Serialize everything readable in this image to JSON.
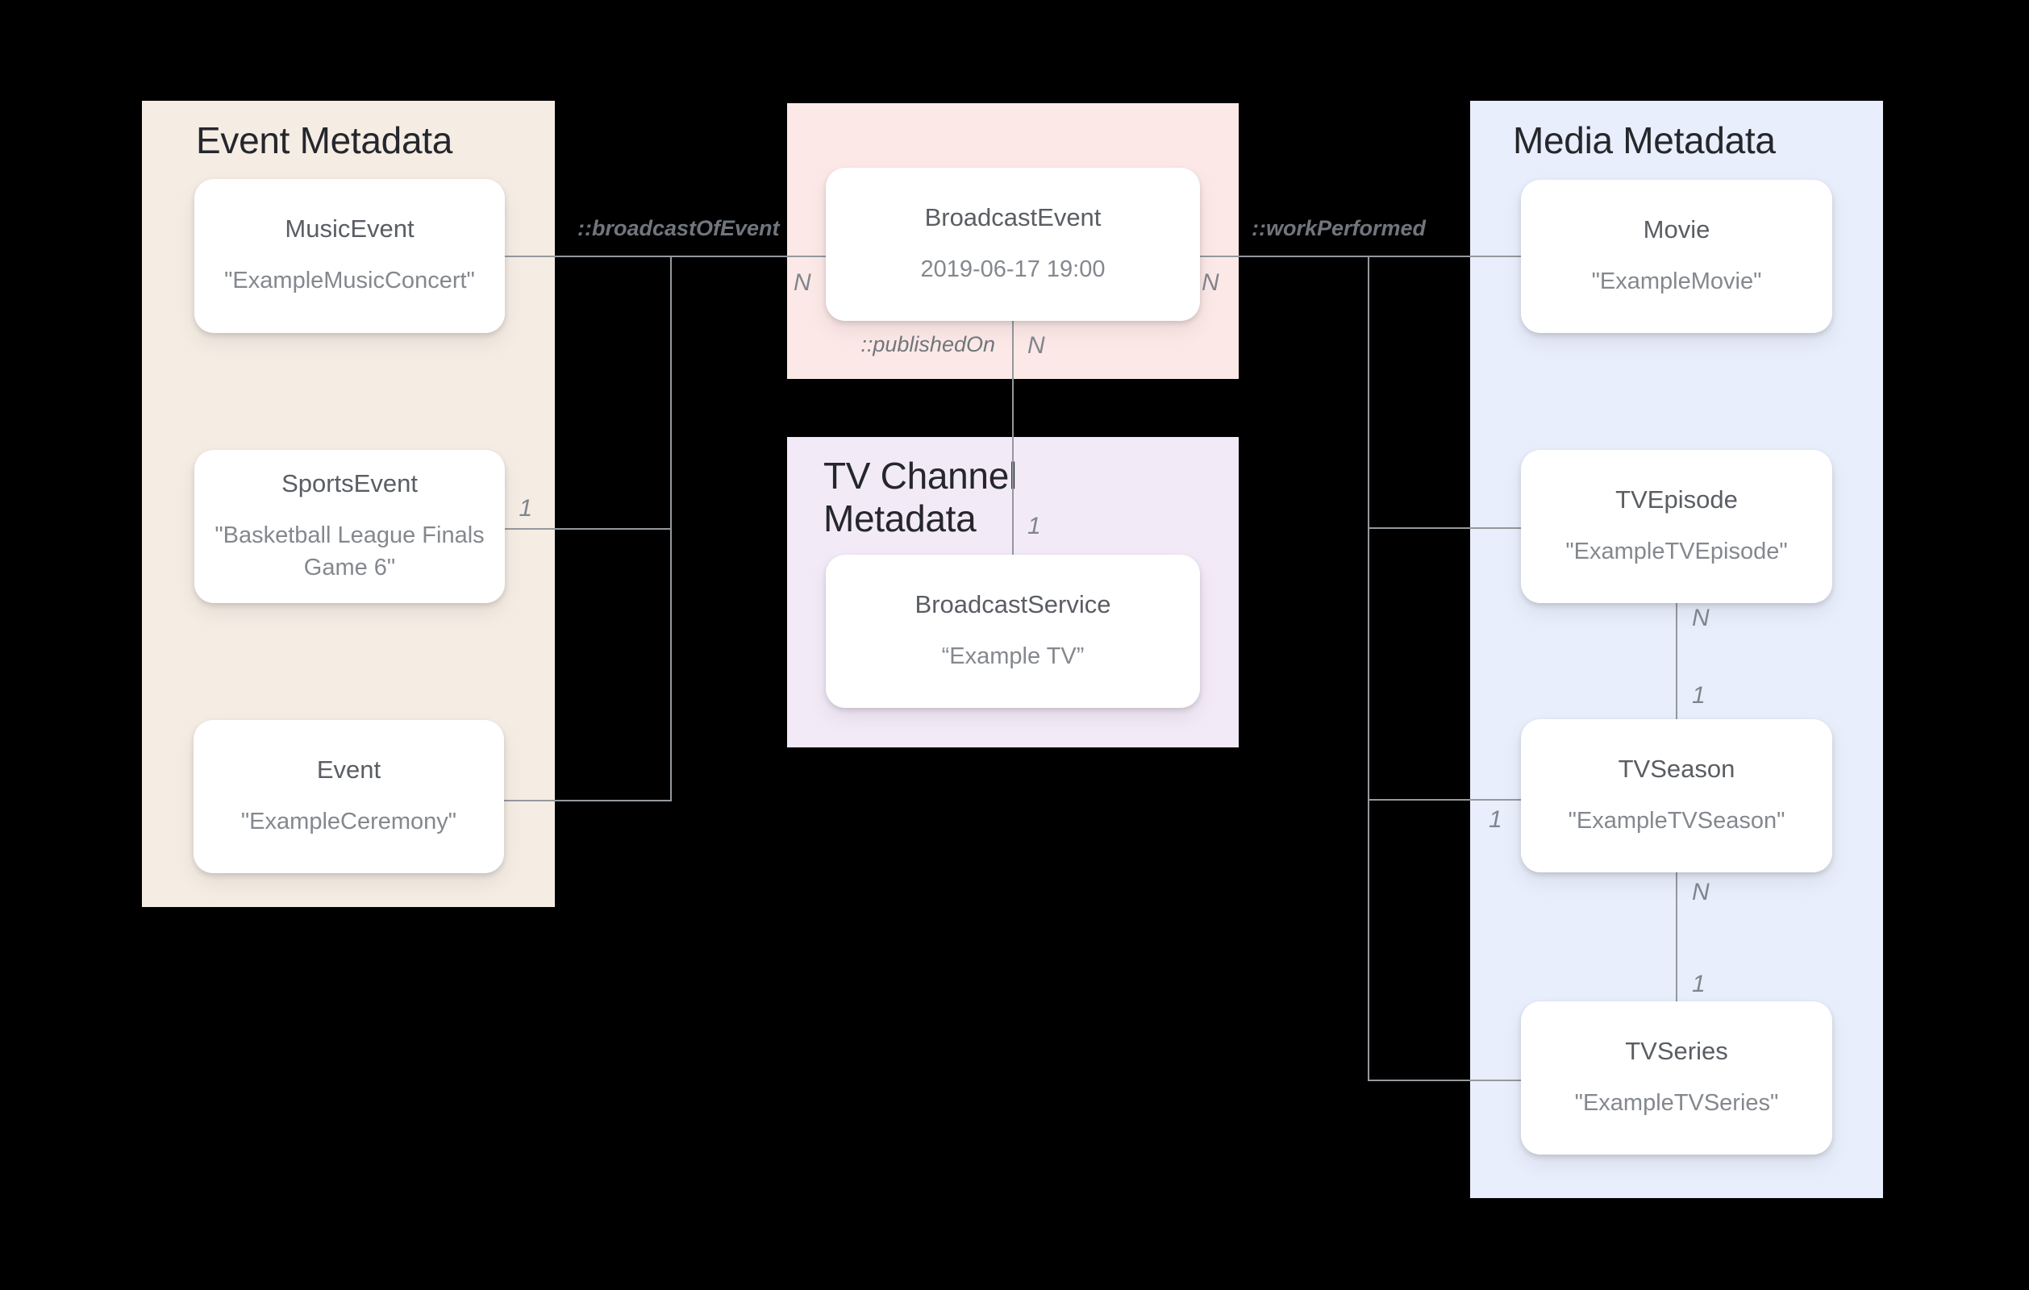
{
  "diagram": {
    "description": "Entity relationship diagram linking event, TV channel and media metadata through BroadcastEvent"
  },
  "colors": {
    "background": "#000000",
    "event_box": "#f5ece4",
    "broadcast_box": "#fce9e7",
    "tvchannel_box": "#f3eaf7",
    "media_box": "#e8eefb",
    "card": "#ffffff",
    "connector": "#94999e"
  },
  "sections": [
    {
      "id": "event-metadata",
      "title": "Event Metadata"
    },
    {
      "id": "tv-channel-metadata",
      "title": "TV Channel Metadata"
    },
    {
      "id": "media-metadata",
      "title": "Media Metadata"
    }
  ],
  "nodes": [
    {
      "id": "music-event",
      "title": "MusicEvent",
      "subtitle": "\"ExampleMusicConcert\""
    },
    {
      "id": "sports-event",
      "title": "SportsEvent",
      "subtitle": "\"Basketball League Finals Game 6\""
    },
    {
      "id": "event",
      "title": "Event",
      "subtitle": "\"ExampleCeremony\""
    },
    {
      "id": "broadcast-event",
      "title": "BroadcastEvent",
      "subtitle": "2019-06-17 19:00"
    },
    {
      "id": "broadcast-service",
      "title": "BroadcastService",
      "subtitle": "“Example TV”"
    },
    {
      "id": "movie",
      "title": "Movie",
      "subtitle": "\"ExampleMovie\""
    },
    {
      "id": "tv-episode",
      "title": "TVEpisode",
      "subtitle": "\"ExampleTVEpisode\""
    },
    {
      "id": "tv-season",
      "title": "TVSeason",
      "subtitle": "\"ExampleTVSeason\""
    },
    {
      "id": "tv-series",
      "title": "TVSeries",
      "subtitle": "\"ExampleTVSeries\""
    }
  ],
  "edge_labels": [
    {
      "id": "broadcast-of-event",
      "text": "::broadcastOfEvent"
    },
    {
      "id": "work-performed",
      "text": "::workPerformed"
    },
    {
      "id": "published-on",
      "text": "::publishedOn"
    }
  ],
  "multiplicities": [
    {
      "id": "sports-events-one",
      "text": "1"
    },
    {
      "id": "broadcast-event-left-n",
      "text": "N"
    },
    {
      "id": "broadcast-event-right-n",
      "text": "N"
    },
    {
      "id": "published-on-n",
      "text": "N"
    },
    {
      "id": "broadcast-service-one",
      "text": "1"
    },
    {
      "id": "media-works-one",
      "text": "1"
    },
    {
      "id": "episode-to-season-n",
      "text": "N"
    },
    {
      "id": "episode-to-season-one",
      "text": "1"
    },
    {
      "id": "season-to-series-n",
      "text": "N"
    },
    {
      "id": "season-to-series-one",
      "text": "1"
    }
  ]
}
